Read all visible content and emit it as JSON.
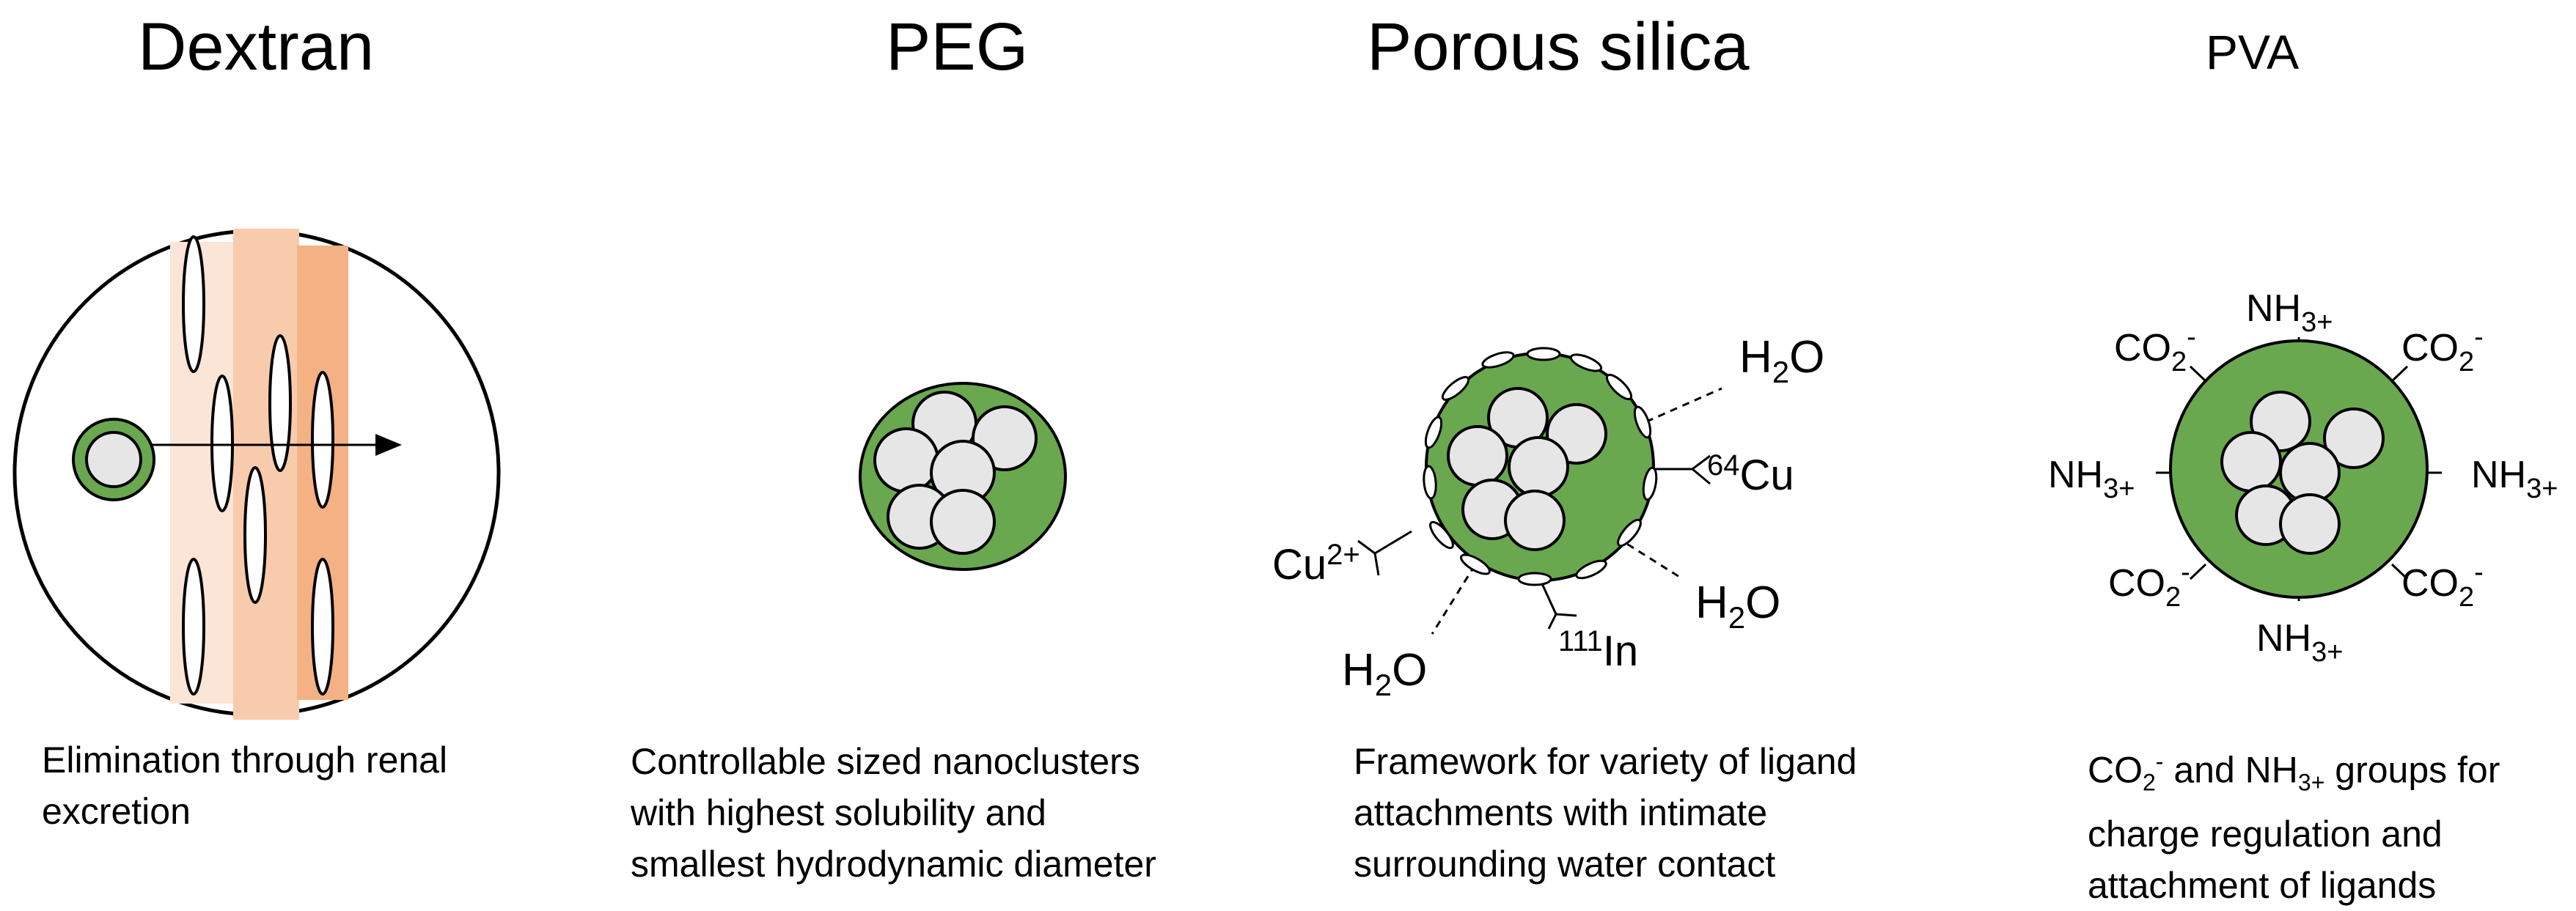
{
  "panels": [
    {
      "title": "Dextran",
      "caption": [
        "Elimination through renal",
        "excretion"
      ]
    },
    {
      "title": "PEG",
      "caption": [
        "Controllable sized nanoclusters",
        "with highest solubility and",
        "smallest hydrodynamic diameter"
      ]
    },
    {
      "title": "Porous silica",
      "caption": [
        "Framework for variety of ligand",
        "attachments with intimate",
        "surrounding water contact"
      ],
      "labels": {
        "water": "H",
        "water_sub": "2",
        "water_tail": "O",
        "cu64_sup": "64",
        "cu64": "Cu",
        "cu2": "Cu",
        "cu2_sup": "2+",
        "in_sup": "111",
        "in": "In"
      }
    },
    {
      "title": "PVA",
      "caption_parts": {
        "co": "CO",
        "co_sub": "2",
        "co_sup": "-",
        "and": " and NH",
        "nh_sub": "3+",
        "rest": " groups for"
      },
      "caption": [
        "charge regulation and",
        "attachment of ligands"
      ],
      "labels": {
        "co": "CO",
        "co_sub": "2",
        "co_sup": "-",
        "nh": "NH",
        "nh_sub": "3+"
      }
    }
  ],
  "colors": {
    "shell_green": "#6aa84f",
    "core_gray": "#e6e6e6",
    "band_light": "#fbe5d6",
    "band_mid": "#f8cbad",
    "band_dark": "#f4b183"
  }
}
